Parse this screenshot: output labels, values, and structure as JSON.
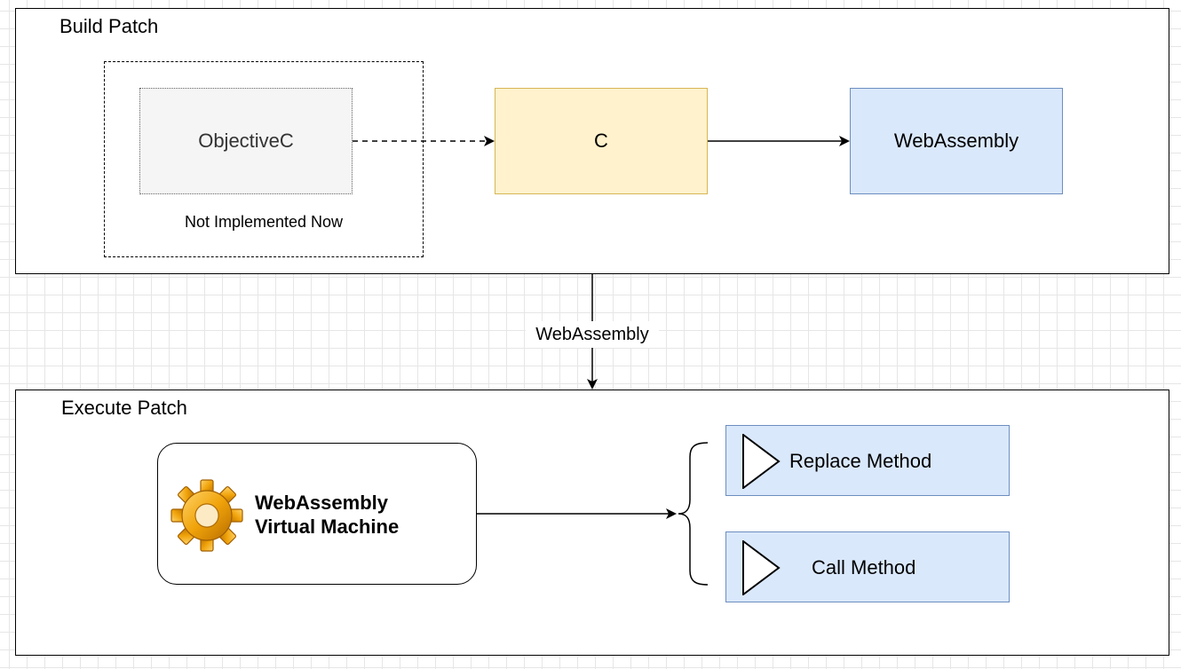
{
  "build_patch": {
    "title": "Build Patch",
    "objc_label": "ObjectiveC",
    "not_implemented_label": "Not Implemented Now",
    "c_label": "C",
    "wasm_label": "WebAssembly"
  },
  "connector": {
    "label": "WebAssembly"
  },
  "execute_patch": {
    "title": "Execute Patch",
    "vm_label": "WebAssembly\nVirtual Machine",
    "replace_method_label": "Replace Method",
    "call_method_label": "Call Method"
  },
  "colors": {
    "c_fill": "#fff2cc",
    "c_stroke": "#d6b656",
    "wasm_fill": "#dae8fc",
    "wasm_stroke": "#6c8ebf",
    "objc_fill": "#f5f5f5",
    "gear": "#f0a30a"
  },
  "icons": {
    "vm": "gear-icon",
    "methods": "play-triangle-icon"
  }
}
